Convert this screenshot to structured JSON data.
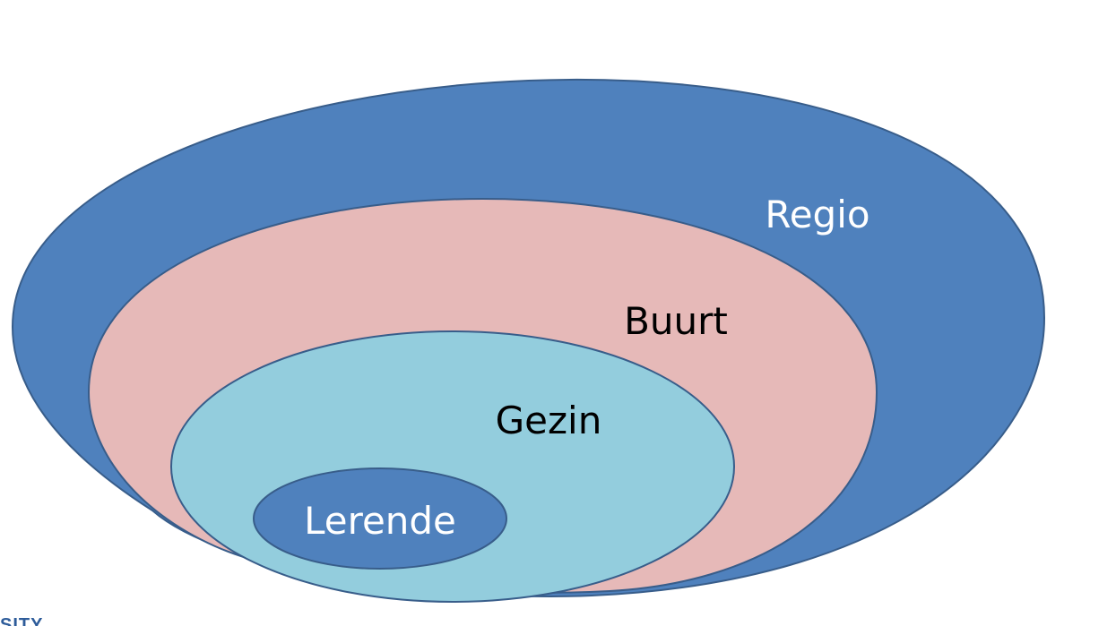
{
  "diagram": {
    "rings": [
      {
        "label": "Regio",
        "fill": "#4f81bd",
        "stroke": "#385d8a",
        "text_color": "#ffffff"
      },
      {
        "label": "Buurt",
        "fill": "#e6b9b8",
        "stroke": "#385d8a",
        "text_color": "#000000"
      },
      {
        "label": "Gezin",
        "fill": "#93cddd",
        "stroke": "#385d8a",
        "text_color": "#000000"
      },
      {
        "label": "Lerende",
        "fill": "#4f81bd",
        "stroke": "#385d8a",
        "text_color": "#ffffff"
      }
    ]
  },
  "footer": {
    "fragment": "SITY",
    "color": "#2e5c9a"
  }
}
